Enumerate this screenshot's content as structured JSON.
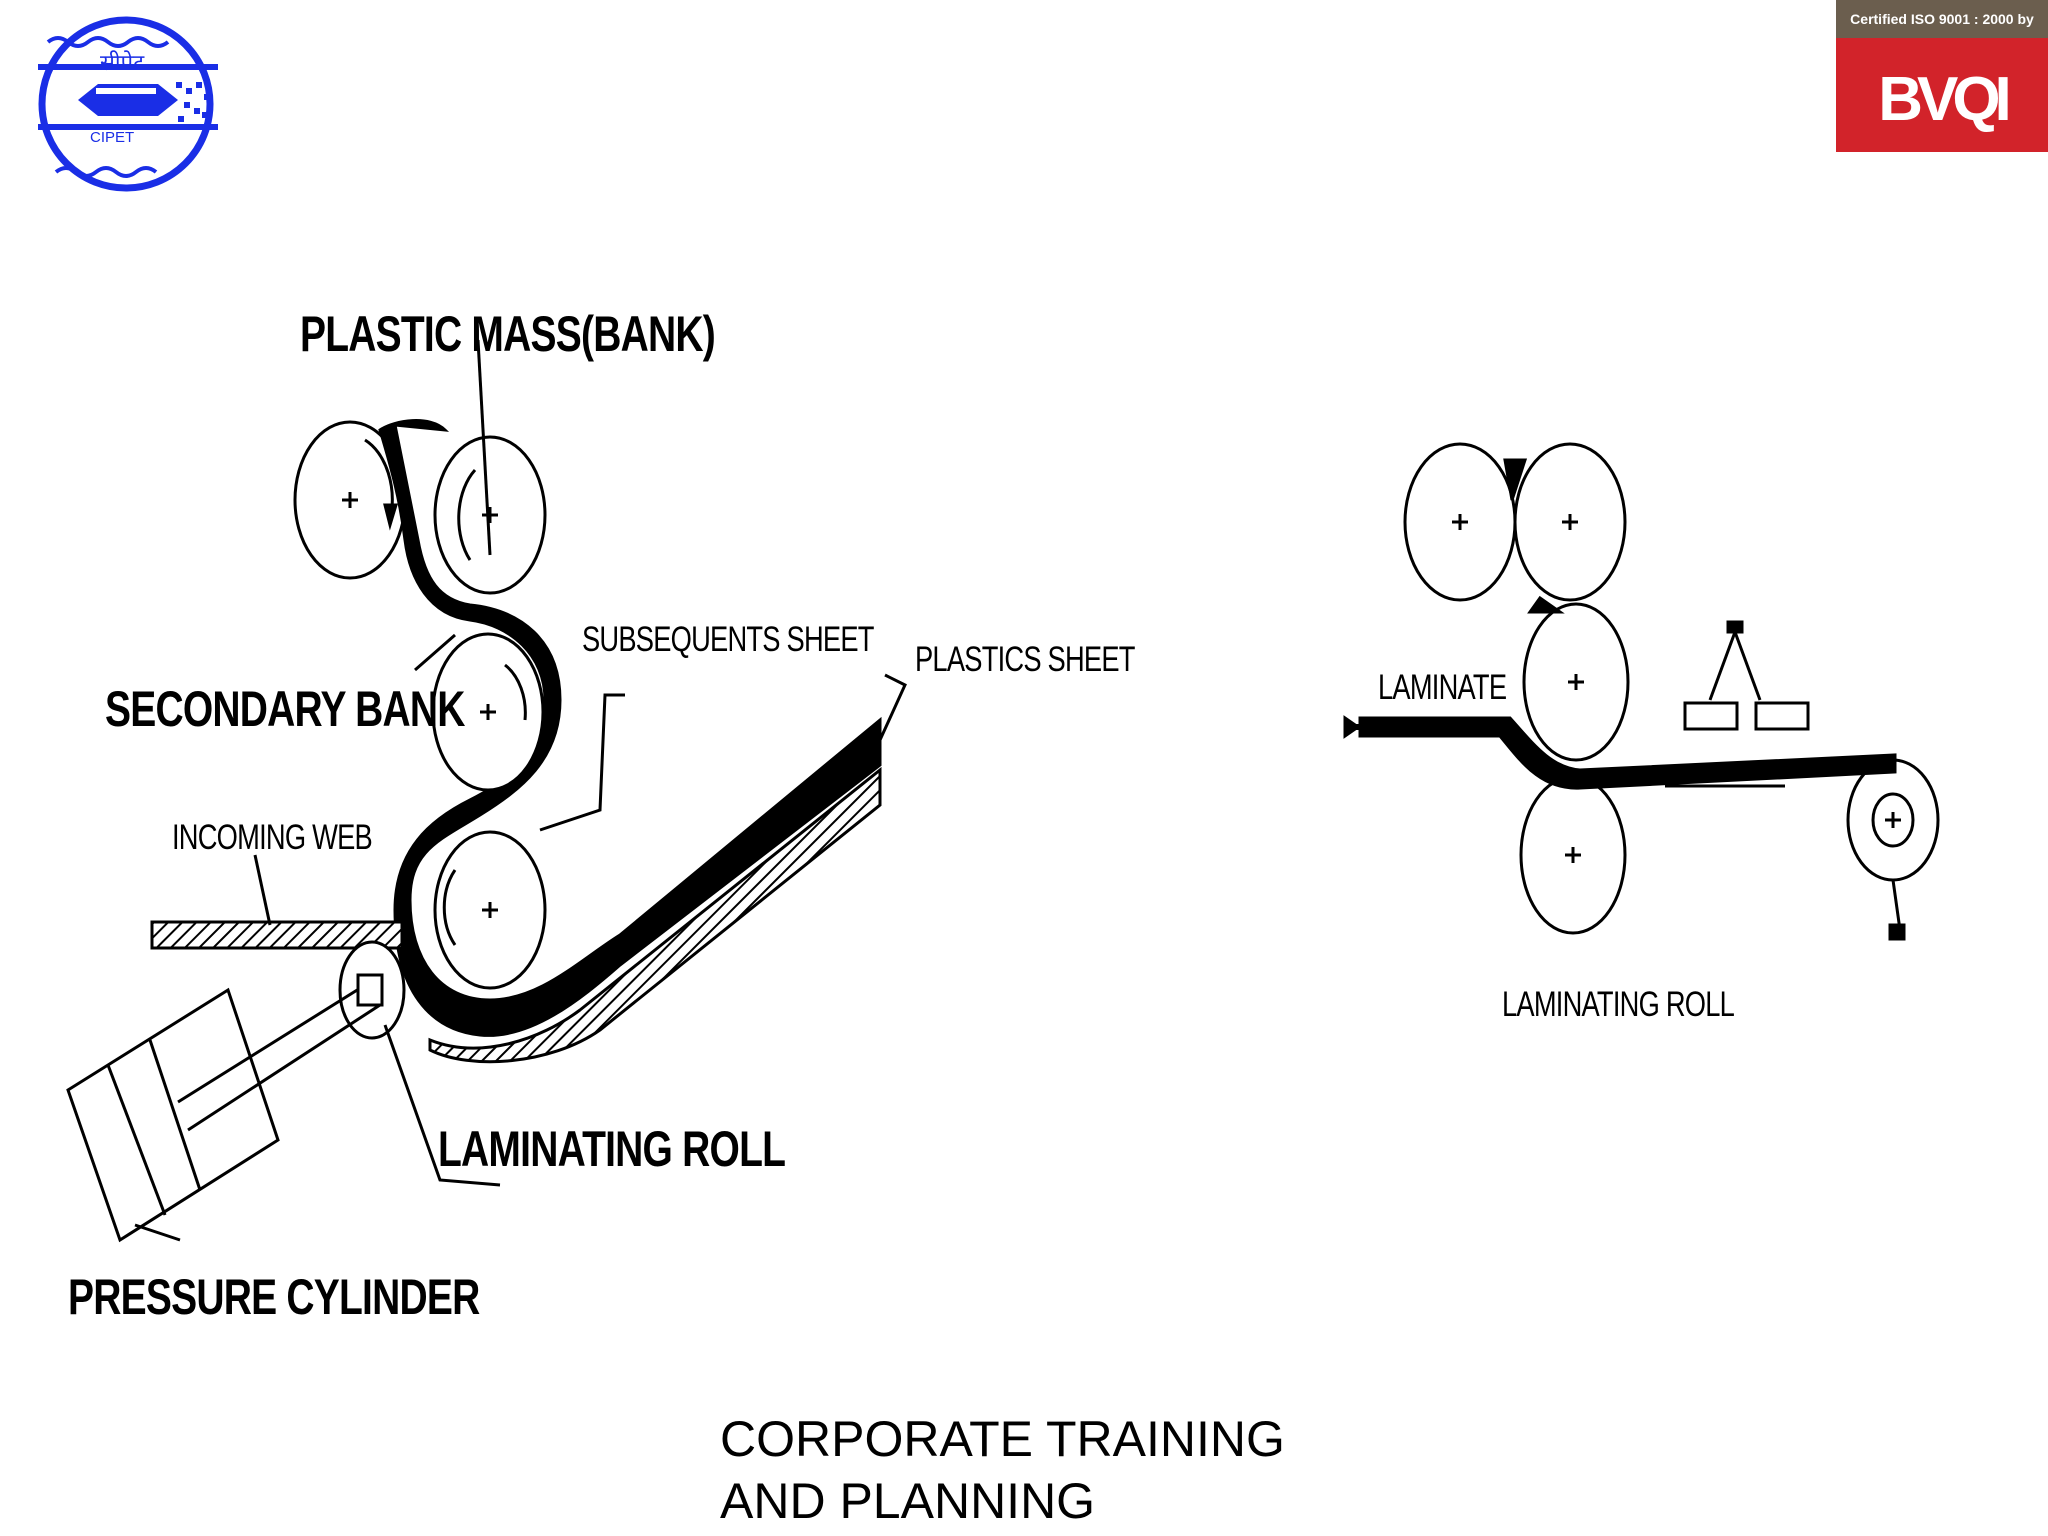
{
  "logos": {
    "left": {
      "icon": "cipet-logo-icon",
      "hindi_text": "सीपेट",
      "text": "CIPET",
      "color": "#1a2ee6"
    },
    "right": {
      "icon": "bvqi-logo-icon",
      "cert_text": "Certified ISO 9001 : 2000 by",
      "brand": "BVQI",
      "color": "#d2232a"
    }
  },
  "diagram_left": {
    "labels": {
      "plastic_mass": "PLASTIC MASS(BANK)",
      "subsequent_sheet": "SUBSEQUENTS SHEET",
      "plastics_sheet": "PLASTICS SHEET",
      "secondary_bank": "SECONDARY BANK",
      "incoming_web": "INCOMING WEB",
      "laminating_roll": "LAMINATING ROLL",
      "pressure_cylinder": "PRESSURE CYLINDER"
    }
  },
  "diagram_right": {
    "labels": {
      "laminate": "LAMINATE",
      "laminating_roll": "LAMINATING ROLL"
    }
  },
  "footer": {
    "line1": "CORPORATE TRAINING",
    "line2": "AND PLANNING"
  }
}
